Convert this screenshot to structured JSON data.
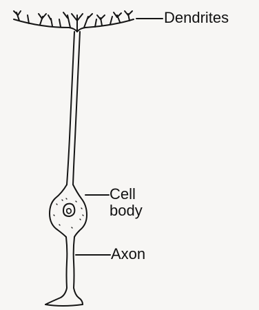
{
  "diagram": {
    "labels": {
      "dendrites": "Dendrites",
      "cell_body_line1": "Cell",
      "cell_body_line2": "body",
      "axon": "Axon"
    },
    "line_color": "#151515",
    "background": "#f7f6f4"
  }
}
